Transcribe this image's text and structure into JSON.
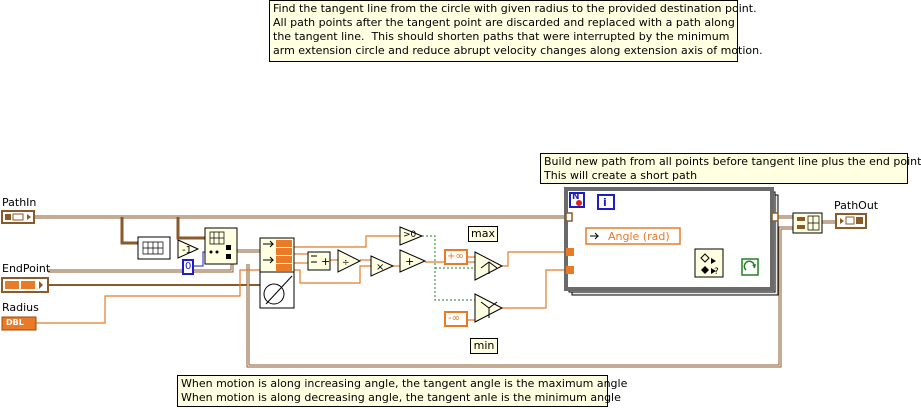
{
  "comments": {
    "top": "Find the tangent line from the circle with given radius to the provided destination point.\nAll path points after the tangent point are discarded and replaced with a path along\nthe tangent line.  This should shorten paths that were interrupted by the minimum\narm extension circle and reduce abrupt velocity changes along extension axis of motion.",
    "build": "Build new path from all points before tangent line plus the end point\nThis will create a short path",
    "bottom": "When motion is along increasing angle, the tangent angle is the maximum angle\nWhen motion is along decreasing angle, the tangent anle is the minimum angle"
  },
  "terminals": {
    "path_in": "PathIn",
    "end_point": "EndPoint",
    "radius": "Radius",
    "path_out": "PathOut",
    "dbl_tag": "DBL"
  },
  "constants": {
    "zero": "0",
    "plus_inf": "+∞",
    "minus_inf": "-∞",
    "gt_zero": ">0",
    "index_i": "i",
    "loop_count": "N"
  },
  "labels": {
    "max": "max",
    "min": "min",
    "angle_rad": "Angle (rad)"
  },
  "colors": {
    "wire_orange": "#e87a28",
    "wire_brown": "#8a5a2a",
    "wire_green": "#208020",
    "note_bg": "#ffffe1",
    "index_blue": "#1e1ec8"
  },
  "icons": {
    "array_subset": "grid-icon",
    "decrement": "minus-one-icon",
    "build_array": "build-array-icon",
    "cluster": "cluster-icon",
    "add": "plus-icon",
    "multiply": "times-icon",
    "min_max": "max-min-icon",
    "circle_tangent": "circle-tangent-icon",
    "stop": "stop-icon"
  }
}
